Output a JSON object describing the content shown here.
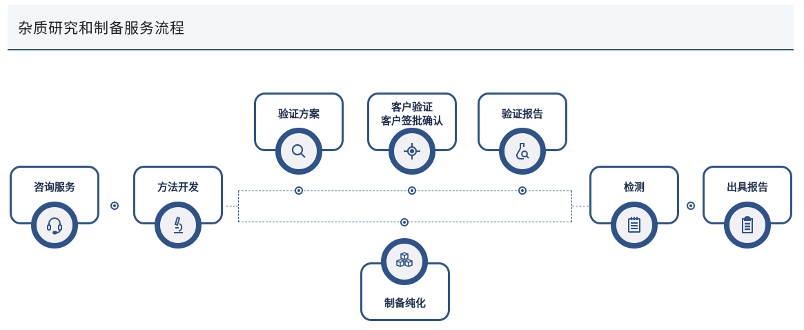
{
  "header": {
    "title": "杂质研究和制备服务流程"
  },
  "colors": {
    "primary": "#2f5388",
    "header_bg": "#f3f6f9",
    "circle_fill": "#f1f1f4"
  },
  "steps": [
    {
      "id": "consult",
      "label": "咨询服务",
      "icon": "headset-icon"
    },
    {
      "id": "method",
      "label": "方法开发",
      "icon": "microscope-icon"
    },
    {
      "id": "plan",
      "label": "验证方案",
      "icon": "search-icon"
    },
    {
      "id": "client",
      "label_line1": "客户验证",
      "label_line2": "客户签批确认",
      "icon": "target-icon"
    },
    {
      "id": "report",
      "label": "验证报告",
      "icon": "flask-icon"
    },
    {
      "id": "prep",
      "label": "制备纯化",
      "icon": "boxes-icon"
    },
    {
      "id": "test",
      "label": "检测",
      "icon": "notepad-icon"
    },
    {
      "id": "final",
      "label": "出具报告",
      "icon": "clipboard-icon"
    }
  ]
}
